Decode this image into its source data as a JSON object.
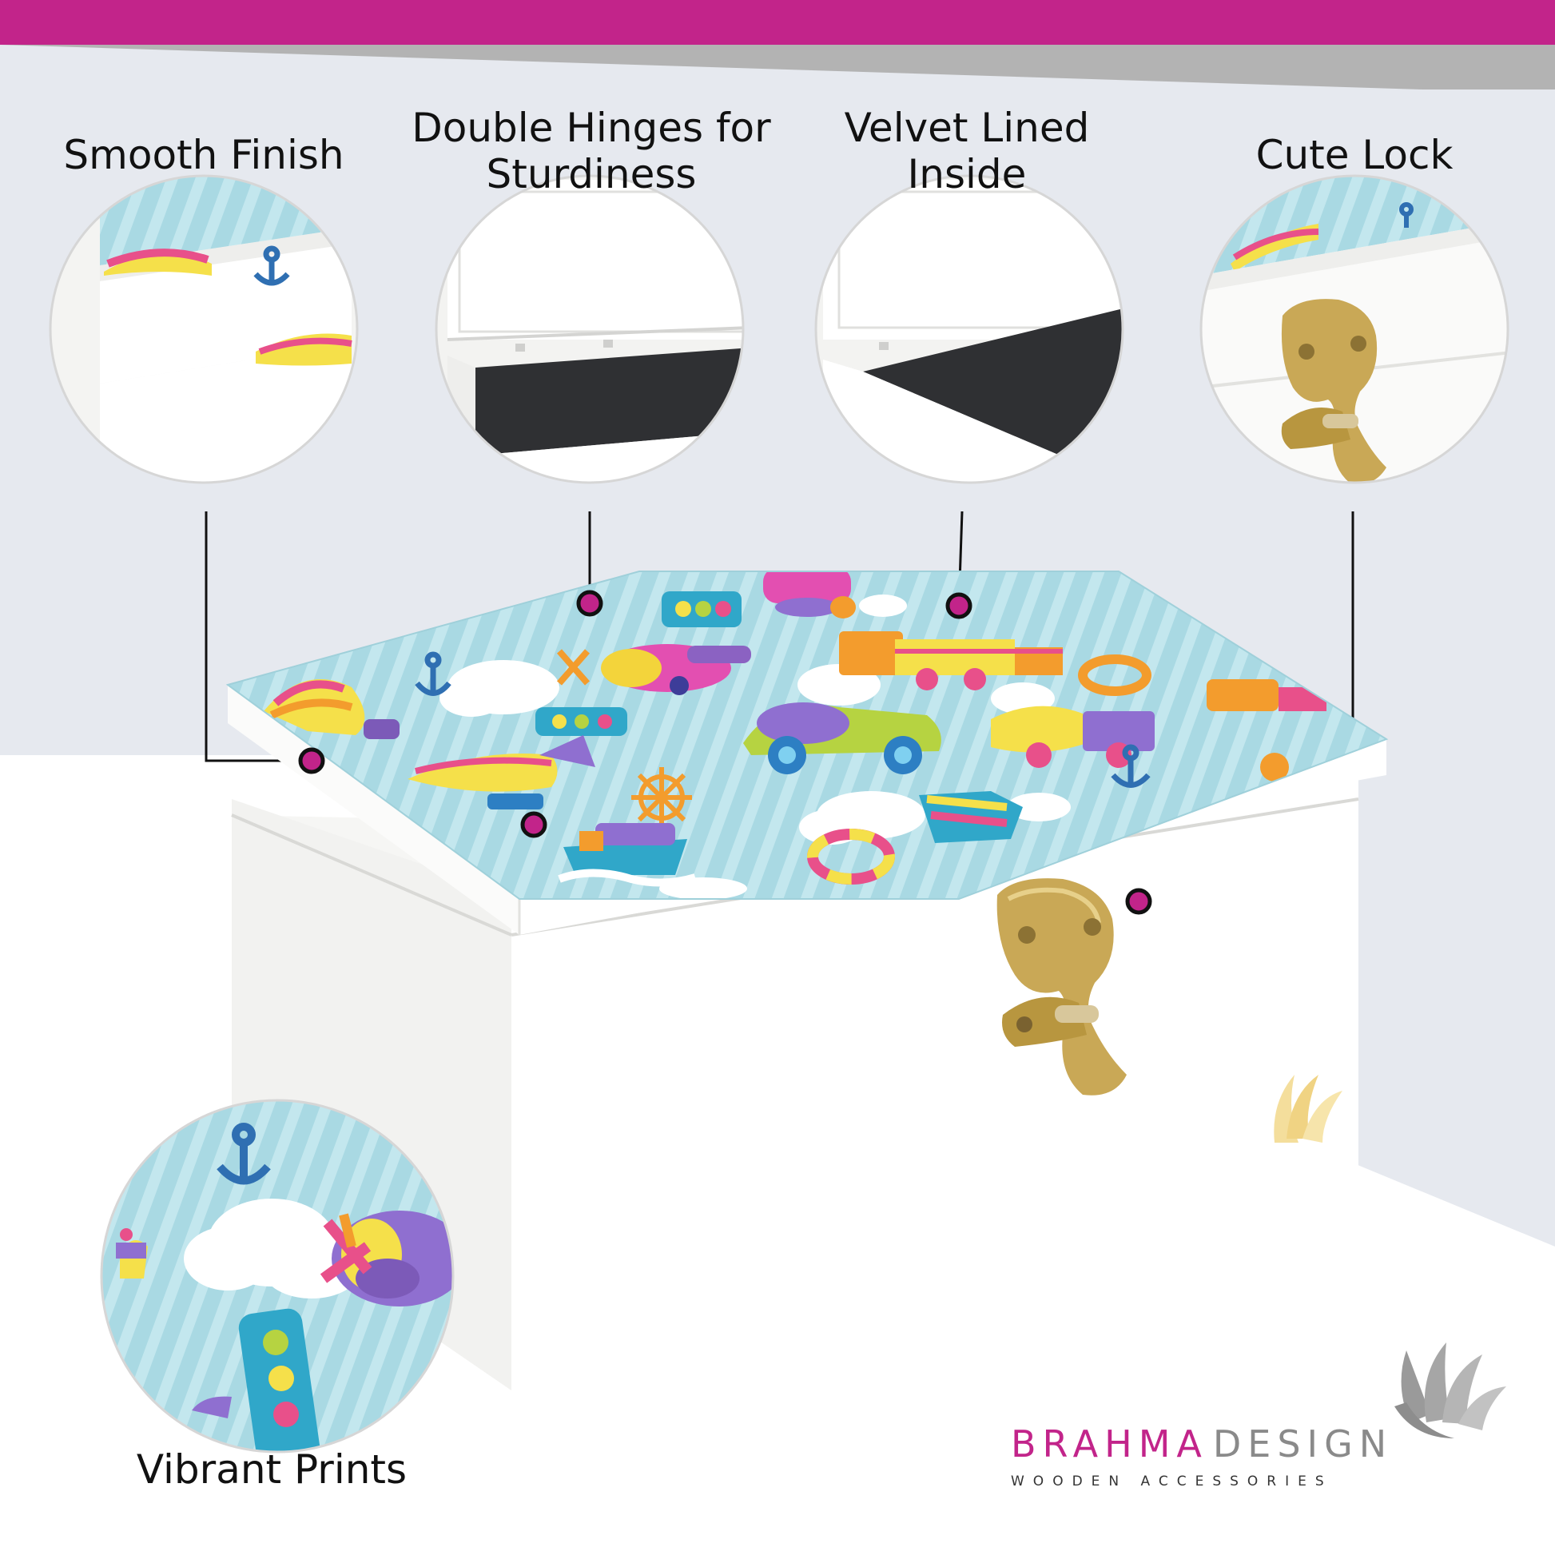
{
  "features": {
    "smooth_finish": "Smooth Finish",
    "double_hinges": [
      "Double Hinges for",
      "Sturdiness"
    ],
    "velvet_lined": [
      "Velvet Lined",
      "Inside"
    ],
    "cute_lock": "Cute Lock",
    "vibrant_prints": "Vibrant Prints"
  },
  "brand": {
    "name_part1": "BRAHMA",
    "name_part2": "DESIGN",
    "tagline": "WOODEN ACCESSORIES"
  },
  "colors": {
    "accent": "#c2248a",
    "banner_gray": "#b3b3b3",
    "background": "#e6e9ef",
    "floor": "#ffffff",
    "print_sky": "#a9d9e3",
    "box": "#ffffff",
    "brass": "#c9a856",
    "velvet": "#2f3033"
  },
  "icons": [
    "anchor-icon",
    "hot-air-balloon-icon",
    "airplane-icon",
    "car-icon",
    "train-icon",
    "ship-icon",
    "traffic-light-icon",
    "life-ring-icon",
    "ship-wheel-icon",
    "brass-latch-icon",
    "brand-leaf-logo"
  ]
}
